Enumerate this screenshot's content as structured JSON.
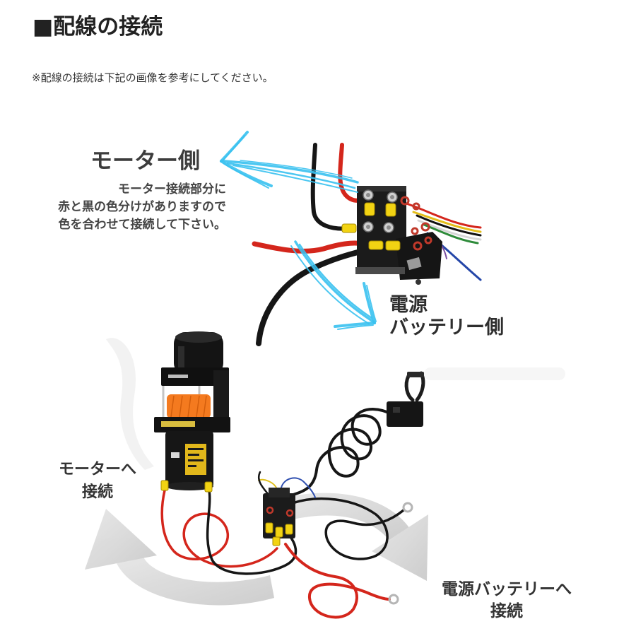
{
  "title": "■配線の接続",
  "note": "※配線の接続は下記の画像を参考にしてください。",
  "top_photo": {
    "motor_side": {
      "heading": "モーター側",
      "description": [
        "モーター接続部分に",
        "赤と黒の色分けがありますので",
        "色を合わせて接続して下さい。"
      ]
    },
    "battery_side": {
      "lines": [
        "電源",
        "バッテリー側"
      ]
    }
  },
  "bottom_photo": {
    "to_motor": [
      "モーターへ",
      "接続"
    ],
    "to_battery": [
      "電源バッテリーへ",
      "接続"
    ]
  },
  "colors": {
    "arrow_blue": "#39c1ef",
    "arrow_grey": "#c9c9c9",
    "wire_red": "#d4261c",
    "wire_black": "#161616",
    "terminal_yellow": "#f2d313",
    "rope_orange": "#f47a1f"
  }
}
